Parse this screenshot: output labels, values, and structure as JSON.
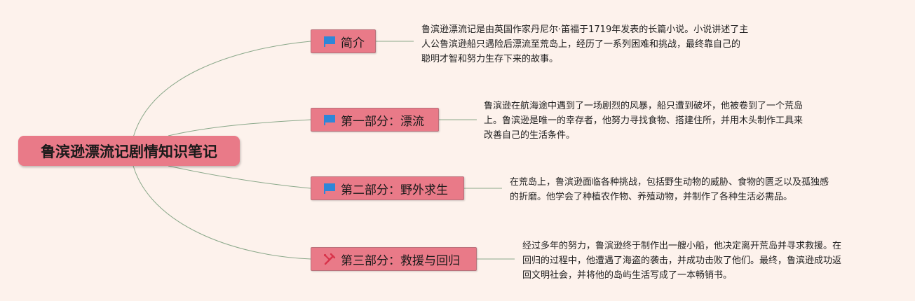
{
  "root": {
    "title": "鲁滨逊漂流记剧情知识笔记"
  },
  "branches": [
    {
      "label": "简介",
      "icon": "flag-icon",
      "note": "鲁滨逊漂流记是由英国作家丹尼尔·笛福于1719年发表的长篇小说。小说讲述了主\n人公鲁滨逊船只遇险后漂流至荒岛上，经历了一系列困难和挑战，最终靠自己的\n聪明才智和努力生存下来的故事。"
    },
    {
      "label": "第一部分：漂流",
      "icon": "flag-icon",
      "note": "鲁滨逊在航海途中遇到了一场剧烈的风暴，船只遭到破坏，他被卷到了一个荒岛\n上。鲁滨逊是唯一的幸存者，他努力寻找食物、搭建住所，并用木头制作工具来\n改善自己的生活条件。"
    },
    {
      "label": "第二部分：野外求生",
      "icon": "flag-icon",
      "note": "在荒岛上，鲁滨逊面临各种挑战，包括野生动物的威胁、食物的匮乏以及孤独感\n的折磨。他学会了种植农作物、养殖动物，并制作了各种生活必需品。"
    },
    {
      "label": "第三部分：救援与回归",
      "icon": "tools-icon",
      "note": "经过多年的努力，鲁滨逊终于制作出一艘小船，他决定离开荒岛并寻求救援。在\n回归的过程中，他遭遇了海盗的袭击，并成功击败了他们。最终，鲁滨逊成功返\n回文明社会，并将他的岛屿生活写成了一本畅销书。"
    }
  ],
  "colors": {
    "node": "#e97a88",
    "flag": "#2e86d8",
    "line": "#8aa88a"
  }
}
